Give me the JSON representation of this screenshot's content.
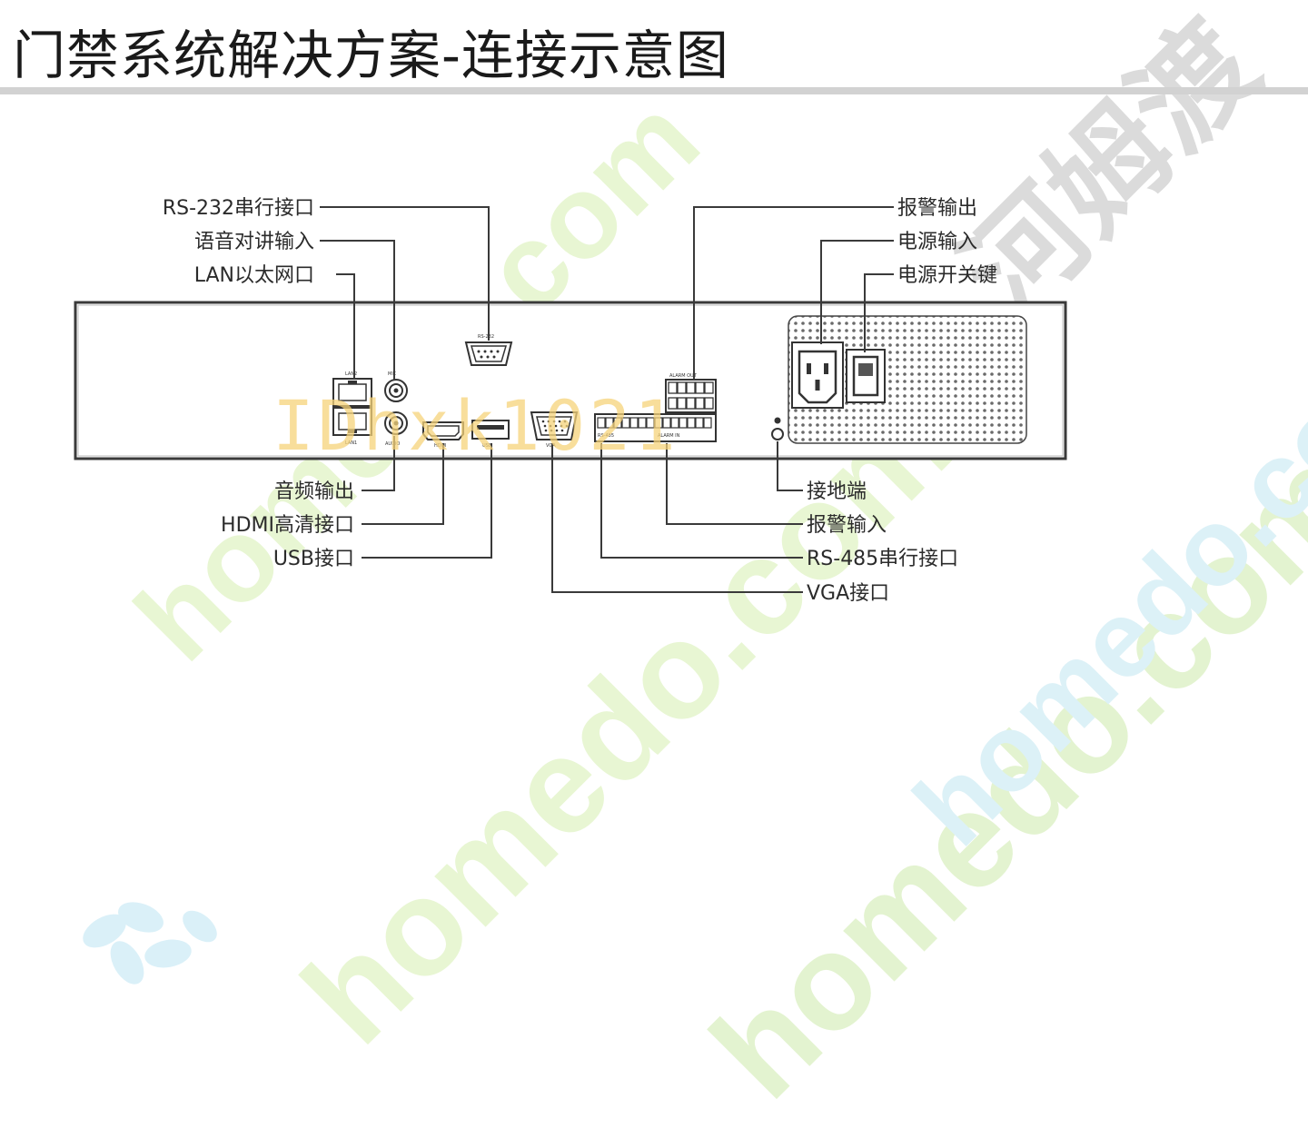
{
  "title": "门禁系统解决方案-连接示意图",
  "labels": {
    "rs232": "RS-232串行接口",
    "voice_in": "语音对讲输入",
    "lan": "LAN以太网口",
    "alarm_out": "报警输出",
    "power_in": "电源输入",
    "power_switch": "电源开关键",
    "audio_out": "音频输出",
    "hdmi": "HDMI高清接口",
    "usb": "USB接口",
    "ground": "接地端",
    "alarm_in": "报警输入",
    "rs485": "RS-485串行接口",
    "vga": "VGA接口"
  },
  "panel_marks": {
    "rs232": "RS-232",
    "lan": "LAN1",
    "lan2": "LAN2",
    "mic": "MIC",
    "audio": "AUDIO",
    "hdmi": "HDMI",
    "usb": "USB",
    "vga": "VGA",
    "alarm_out": "ALARM OUT",
    "alarm_in": "ALARM IN",
    "rs485": "RS-485"
  },
  "watermarks": {
    "site": "homedo.com",
    "brand": "河姆渡",
    "id": "IDhxk1021"
  },
  "colors": {
    "line": "#3a3a3a",
    "wm_green": "#e6f5cf",
    "wm_blue": "#d9f1f8",
    "wm_gray": "#c8c8c8",
    "wm_yellow": "#f6d37a"
  }
}
